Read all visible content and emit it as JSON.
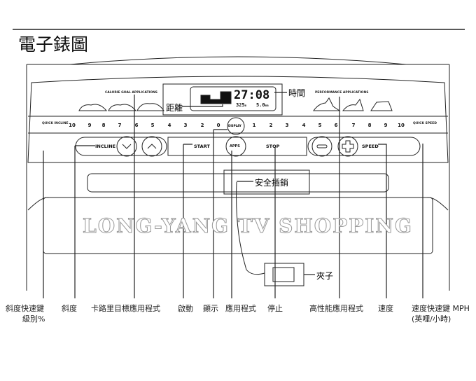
{
  "title": "電子錶圖",
  "console": {
    "calorie_header": "CALORIE GOAL APPLICATIONS",
    "performance_header": "PERFORMANCE APPLICATIONS",
    "display_time": "27:08",
    "display_distance": "325",
    "display_distance_unit": "m",
    "display_other": "5.0",
    "display_other_unit": "mm",
    "quick_incline": "QUICK INCLINE",
    "quick_speed": "QUICK SPEED",
    "incline_numbers": [
      "10",
      "9",
      "8",
      "7",
      "6",
      "5",
      "4",
      "3",
      "2",
      "0"
    ],
    "speed_numbers": [
      "1",
      "2",
      "3",
      "4",
      "5",
      "6",
      "7",
      "8",
      "9",
      "10"
    ],
    "display_btn": "DISPLAY",
    "incline": "INCLINE",
    "start": "START",
    "apps": "APPS",
    "stop": "STOP",
    "speed": "SPEED"
  },
  "callouts": {
    "time": "時間",
    "distance": "距離",
    "safety_key": "安全插銷",
    "clip": "夾子"
  },
  "watermark": "LONG-YANG TV SHOPPING",
  "labels": {
    "quick_incline": "斜度快速鍵",
    "quick_incline_2": "級別%",
    "incline": "斜度",
    "calorie_apps": "卡路里目標應用程式",
    "start": "啟動",
    "display": "顯示",
    "apps": "應用程式",
    "stop": "停止",
    "performance_apps": "高性能應用程式",
    "speed": "速度",
    "quick_speed": "速度快速鍵 MPH",
    "quick_speed_2": "(英哩/小時)"
  }
}
